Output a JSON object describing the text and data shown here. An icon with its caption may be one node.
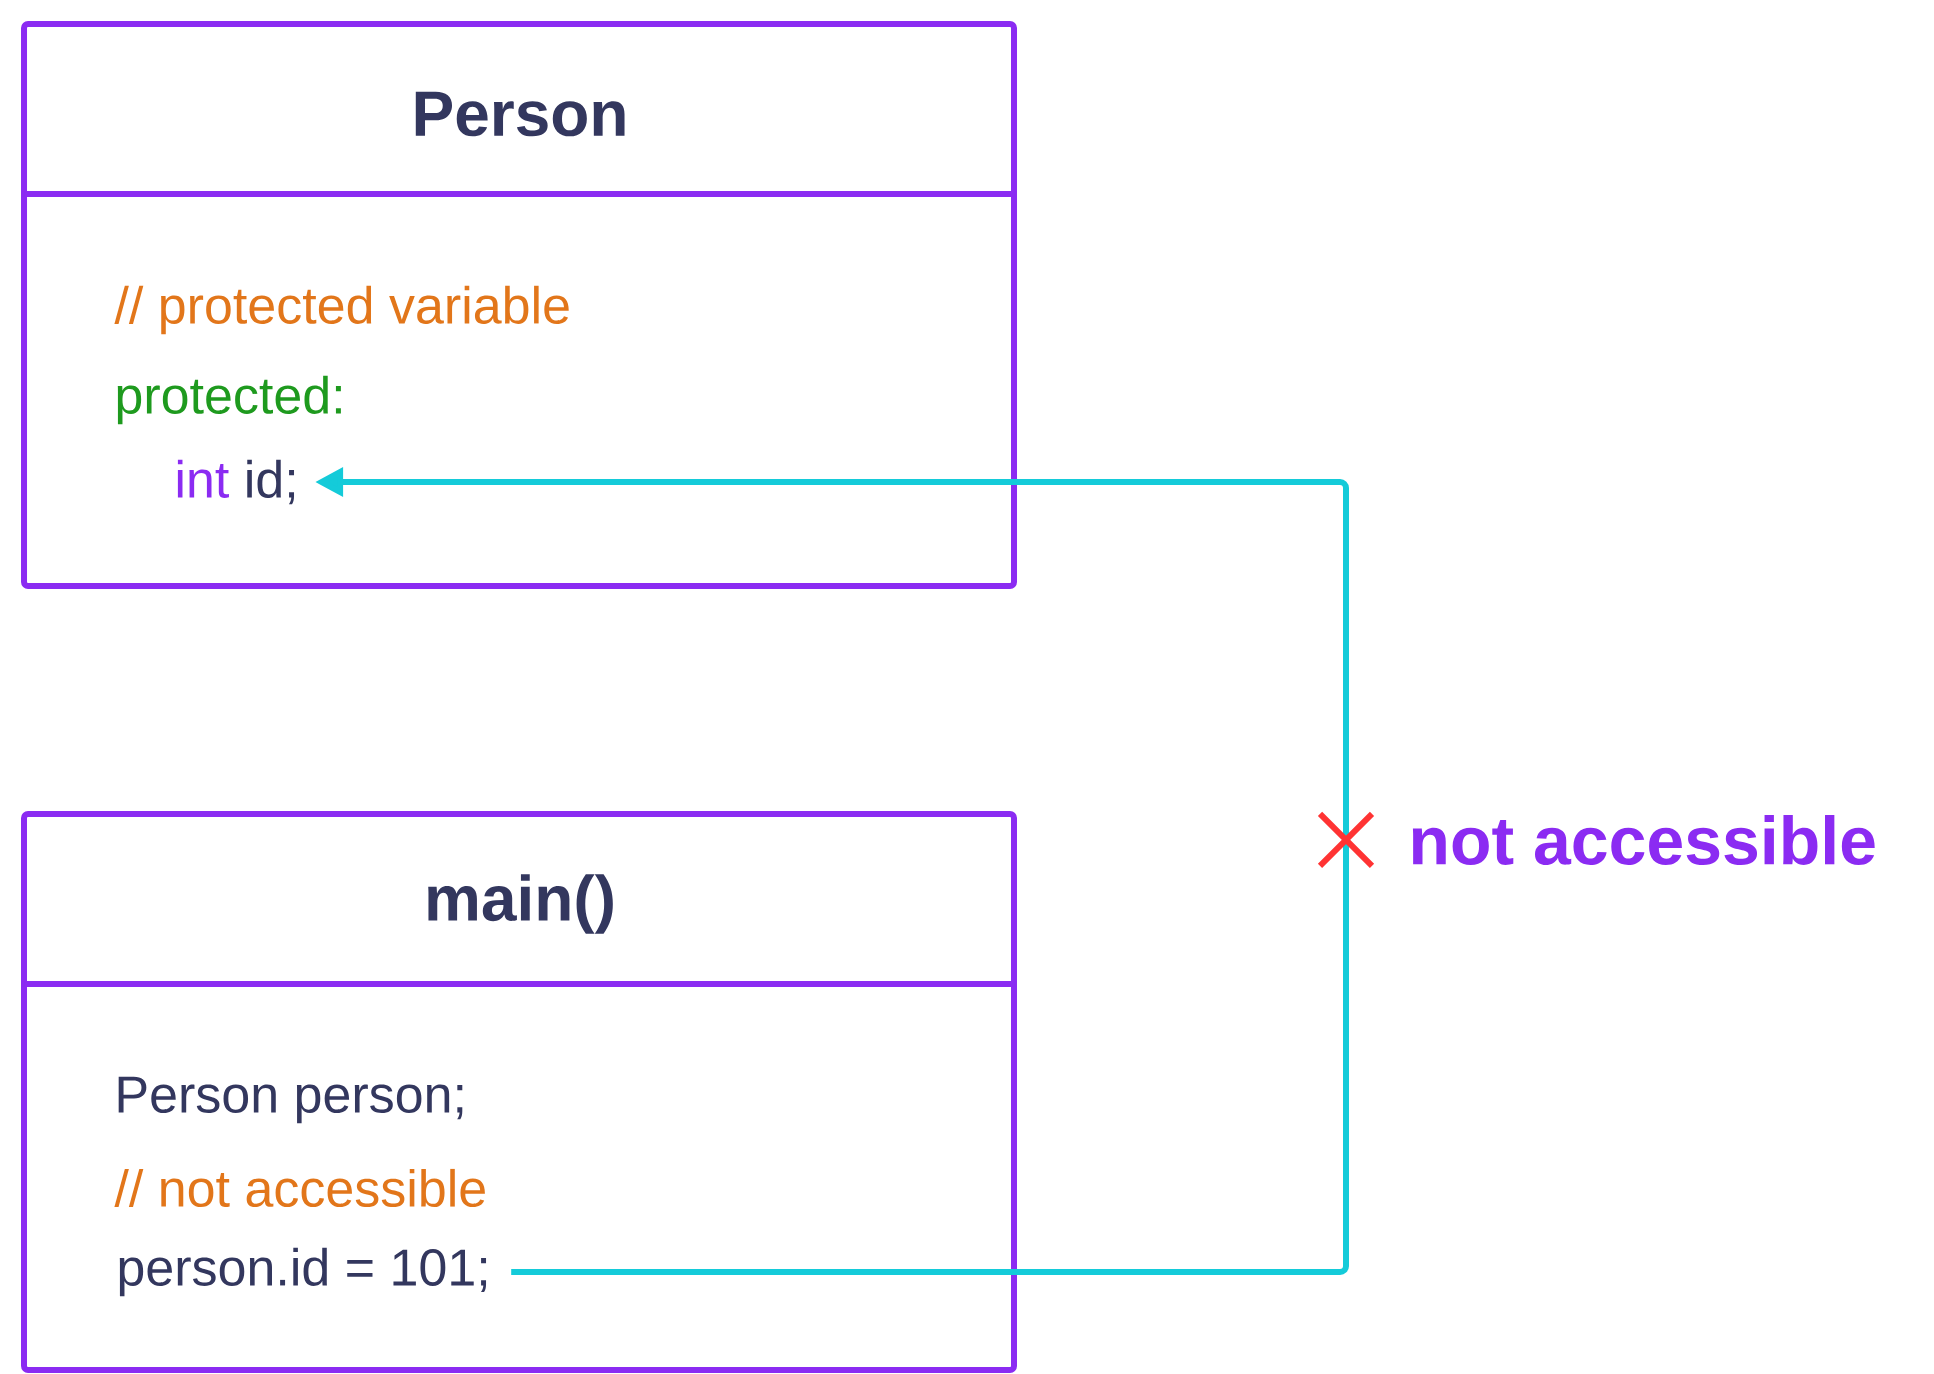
{
  "diagram": {
    "nodes": [
      {
        "text": [
          "Person",
          "// protected variable",
          "protected:"
        ]
      },
      {
        "text": [
          "int",
          "id;"
        ],
        "in": 0
      },
      {
        "text": [
          "main()",
          "Person person;",
          "// not accessible"
        ]
      },
      {
        "text": [
          "person.id = 101;"
        ],
        "in": 2
      }
    ],
    "edges": [
      {
        "from": 3,
        "to": 1,
        "arrow": "to",
        "label": "not accessible",
        "color": "#14cbd9"
      }
    ]
  }
}
